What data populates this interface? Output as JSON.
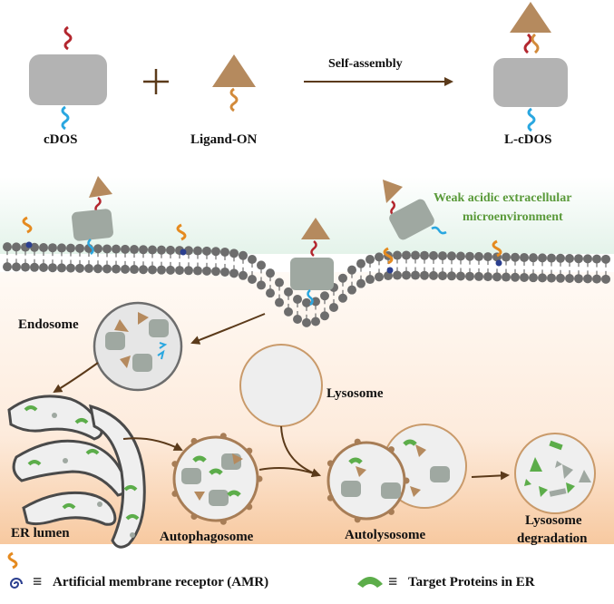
{
  "top": {
    "cdos_label": "cDOS",
    "ligand_label": "Ligand-ON",
    "lcdos_label": "L-cDOS",
    "arrow_label": "Self-assembly"
  },
  "cell": {
    "extracellular_line1": "Weak acidic extracellular",
    "extracellular_line2": "microenvironment",
    "endosome_label": "Endosome",
    "lysosome_label": "Lysosome",
    "er_label": "ER lumen",
    "autophagosome_label": "Autophagosome",
    "autolysosome_label": "Autolysosome",
    "degradation_line1": "Lysosome",
    "degradation_line2": "degradation"
  },
  "legend": {
    "equiv_symbol": "≡",
    "amr_label": "Artificial membrane receptor (AMR)",
    "target_label": "Target Proteins in ER"
  },
  "colors": {
    "cdos_body": "#b3b3b3",
    "ligand": "#b58a5e",
    "strand_red": "#b3262e",
    "strand_blue": "#2aa7e0",
    "arrow": "#5b3a1a",
    "amr_orange": "#e58a1f",
    "amr_blue": "#2b3f8f",
    "protein_green": "#5cad4a",
    "membrane": "#6d6d6d",
    "extracellular_text": "#5a9a3a"
  }
}
